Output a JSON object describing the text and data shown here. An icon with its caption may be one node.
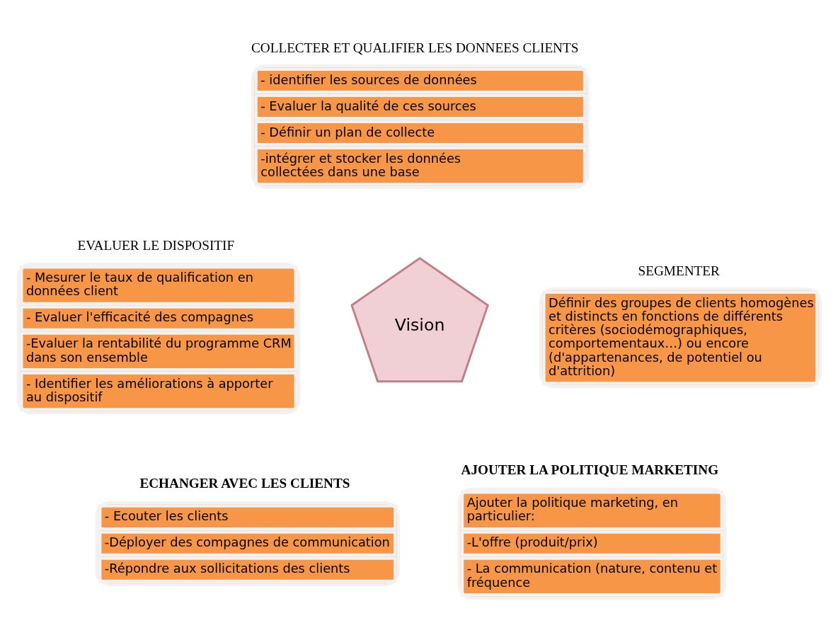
{
  "diagram": {
    "nodes": [
      {
        "text": [
          "COLLECTER ET QUALIFIER LES DONNEES CLIENTS",
          "- identifier les sources de données",
          "- Evaluer la qualité de ces sources",
          "- Définir un plan de collecte",
          "-intégrer et stocker les données collectées dans une base"
        ]
      },
      {
        "text": [
          "EVALUER LE DISPOSITIF",
          "- Mesurer le taux de qualification en données client",
          "- Evaluer l'efficacité des compagnes",
          "-Evaluer la rentabilité du programme CRM dans son ensemble",
          "- Identifier les améliorations à apporter au dispositif"
        ]
      },
      {
        "text": [
          "SEGMENTER",
          "Définir des groupes de clients homogènes et distincts en fonctions de différents critères (sociodémographiques, comportementaux…) ou encore (d'appartenances, de potentiel ou d'attrition)"
        ]
      },
      {
        "text": [
          "Vision"
        ]
      },
      {
        "text": [
          "ECHANGER AVEC LES CLIENTS",
          "- Ecouter les clients",
          "-Déployer des compagnes de communication",
          "-Répondre aux sollicitations des clients"
        ]
      },
      {
        "text": [
          "AJOUTER LA POLITIQUE MARKETING",
          "Ajouter la politique marketing, en particulier:",
          "-L'offre (produit/prix)",
          "- La communication (nature, contenu et fréquence"
        ]
      }
    ]
  }
}
